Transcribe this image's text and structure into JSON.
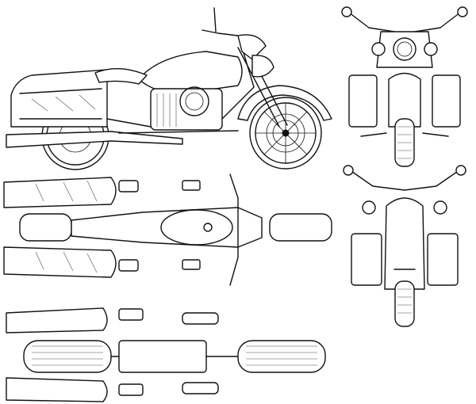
{
  "colors": {
    "ink": "#111111",
    "paper": "#ffffff"
  },
  "views": [
    {
      "id": "side",
      "name": "side-view"
    },
    {
      "id": "top",
      "name": "top-view"
    },
    {
      "id": "bottom",
      "name": "bottom-view"
    },
    {
      "id": "front",
      "name": "front-view"
    },
    {
      "id": "rear",
      "name": "rear-view"
    }
  ]
}
